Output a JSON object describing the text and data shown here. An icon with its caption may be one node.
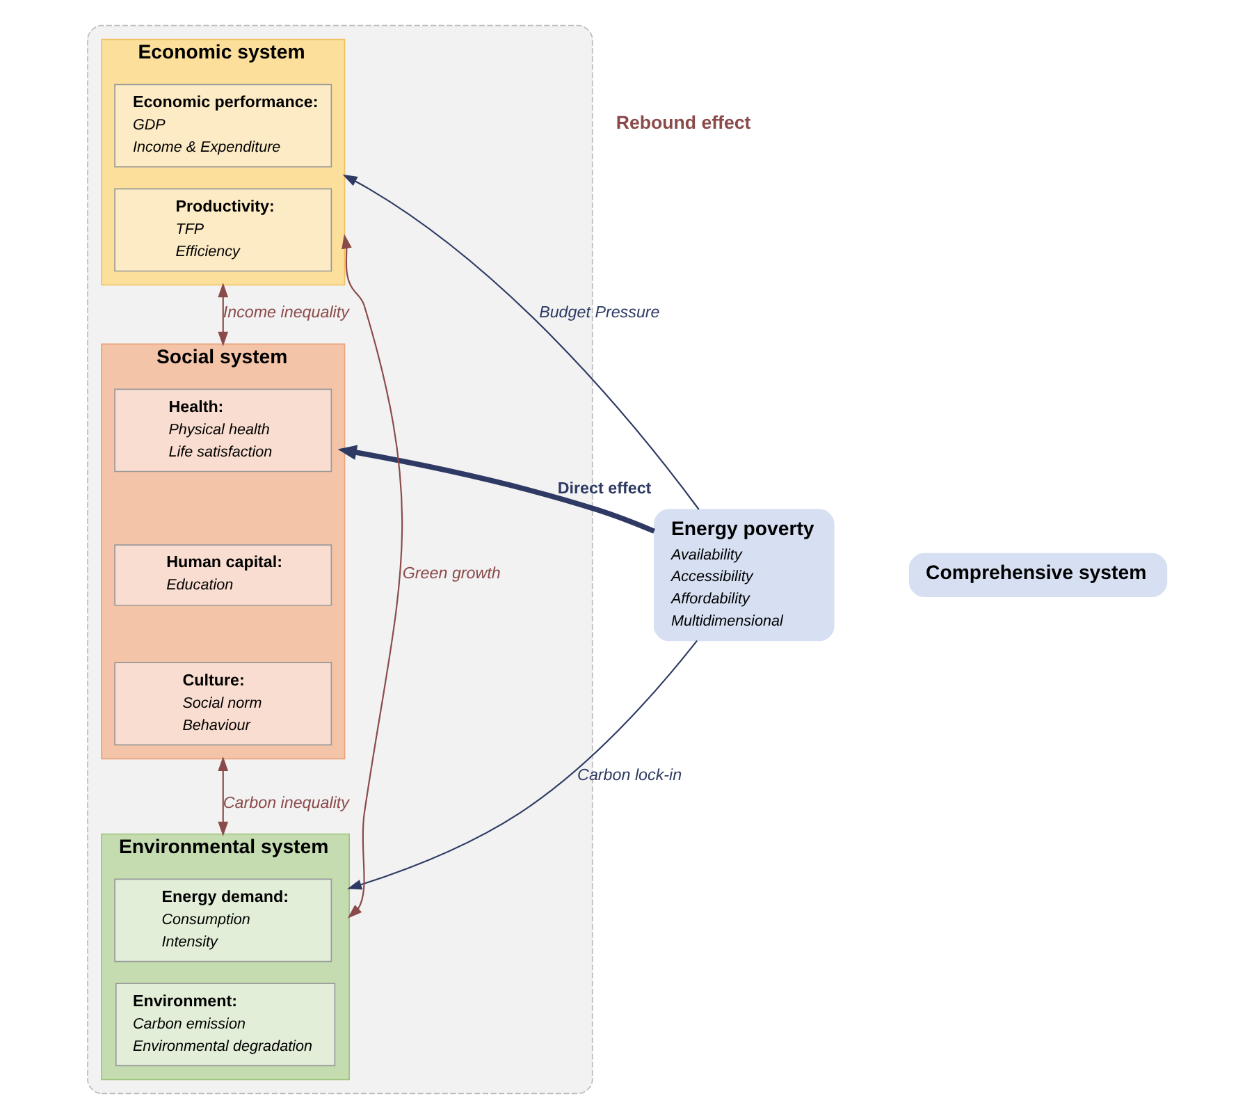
{
  "diagram": {
    "nodes": [
      {
        "text": [],
        "shape": "box"
      },
      {
        "text": [
          "Economic system"
        ],
        "in": 0
      },
      {
        "text": [
          "Economic performance:",
          "GDP",
          "Income & Expenditure"
        ],
        "in": 1
      },
      {
        "text": [
          "Productivity:",
          "TFP",
          "Efficiency"
        ],
        "in": 1
      },
      {
        "text": [
          "Social system"
        ],
        "in": 0
      },
      {
        "text": [
          "Health:",
          "Physical health",
          "Life satisfaction"
        ],
        "in": 4
      },
      {
        "text": [
          "Human capital:",
          "Education"
        ],
        "in": 4
      },
      {
        "text": [
          "Culture:",
          "Social norm",
          "Behaviour"
        ],
        "in": 4
      },
      {
        "text": [
          "Environmental system"
        ],
        "in": 0
      },
      {
        "text": [
          "Energy demand:",
          "Consumption",
          "Intensity"
        ],
        "in": 8
      },
      {
        "text": [
          "Environment:",
          "Carbon emission",
          "Environmental degradation"
        ],
        "in": 8
      },
      {
        "text": [
          "Energy poverty",
          "Availability",
          "Accessibility",
          "Affordability",
          "Multidimensional"
        ]
      },
      {
        "text": [
          "Comprehensive system"
        ]
      }
    ],
    "edges": [
      {
        "from": 11,
        "to": 1,
        "arrow": "to",
        "label": "Budget Pressure",
        "color": "#2e3a63"
      },
      {
        "from": 11,
        "to": 4,
        "arrow": "to",
        "label": "Direct effect",
        "style": "thick",
        "color": "#2e3a63"
      },
      {
        "from": 11,
        "to": 8,
        "arrow": "to",
        "label": "Carbon lock-in",
        "color": "#2e3a63"
      },
      {
        "from": 1,
        "to": 4,
        "arrow": "both",
        "label": "Income inequality",
        "color": "#8b4a4a"
      },
      {
        "from": 4,
        "to": 8,
        "arrow": "both",
        "label": "Carbon inequality",
        "color": "#8b4a4a"
      },
      {
        "from": 1,
        "to": 8,
        "arrow": "both",
        "label": "Green growth",
        "color": "#8b4a4a"
      }
    ],
    "labels": [
      "Rebound effect"
    ]
  }
}
